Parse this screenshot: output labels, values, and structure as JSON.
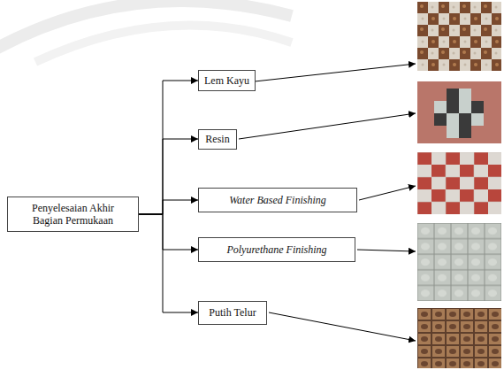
{
  "diagram": {
    "nodes": [
      {
        "text": [
          "Penyelesaian Akhir Bagian Permukaan"
        ]
      },
      {
        "text": [
          "Lem Kayu"
        ]
      },
      {
        "text": [
          "Resin"
        ]
      },
      {
        "text": [
          "Water Based Finishing"
        ]
      },
      {
        "text": [
          "Polyurethane Finishing"
        ]
      },
      {
        "text": [
          "Putih Telur"
        ]
      }
    ],
    "edges": [
      {
        "from": 0,
        "to": 1,
        "arrow": "to"
      },
      {
        "from": 0,
        "to": 2,
        "arrow": "to"
      },
      {
        "from": 0,
        "to": 3,
        "arrow": "to"
      },
      {
        "from": 0,
        "to": 4,
        "arrow": "to"
      },
      {
        "from": 0,
        "to": 5,
        "arrow": "to"
      }
    ]
  }
}
